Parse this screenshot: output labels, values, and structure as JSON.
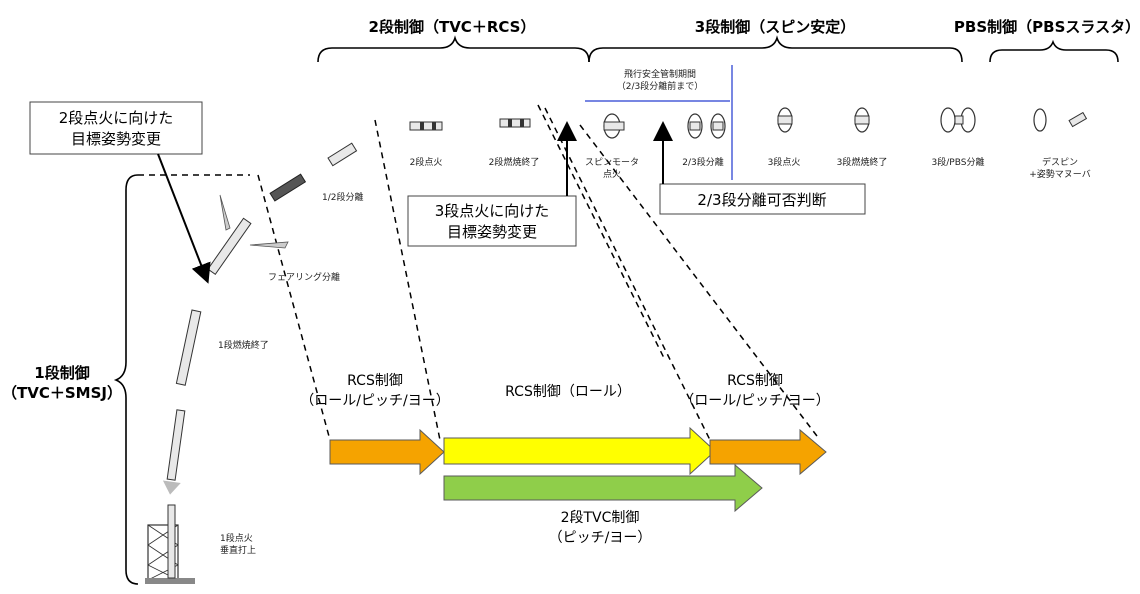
{
  "headers": {
    "stage2": "2段制御（TVC＋RCS）",
    "stage3": "3段制御（スピン安定）",
    "pbs": "PBS制御（PBSスラスタ）",
    "stage1_line1": "1段制御",
    "stage1_line2": "（TVC＋SMSJ）"
  },
  "events": {
    "stage1_ignition_line1": "1段点火",
    "stage1_ignition_line2": "垂直打上",
    "stage1_burnout": "1段燃焼終了",
    "fairing_sep": "フェアリング分離",
    "sep_1_2": "1/2段分離",
    "stage2_ignition": "2段点火",
    "stage2_burnout": "2段燃焼終了",
    "spin_motor_line1": "スピンモータ",
    "spin_motor_line2": "点火",
    "sep_2_3": "2/3段分離",
    "stage3_ignition": "3段点火",
    "stage3_burnout": "3段燃焼終了",
    "sep_3_pbs": "3段/PBS分離",
    "despin_line1": "デスピン",
    "despin_line2": "+姿勢マヌーバ"
  },
  "flight_safety": {
    "line1": "飛行安全管制期間",
    "line2": "（2/3段分離前まで）"
  },
  "callouts": {
    "stage2_attitude_line1": "2段点火に向けた",
    "stage2_attitude_line2": "目標姿勢変更",
    "stage3_attitude_line1": "3段点火に向けた",
    "stage3_attitude_line2": "目標姿勢変更",
    "sep_decision": "2/3段分離可否判断"
  },
  "control_phases": {
    "rcs1_line1": "RCS制御",
    "rcs1_line2": "（ロール/ピッチ/ヨー）",
    "rcs_roll": "RCS制御（ロール）",
    "rcs2_line1": "RCS制御",
    "rcs2_line2": "（ロール/ピッチ/ヨー）",
    "tvc_line1": "2段TVC制御",
    "tvc_line2": "（ピッチ/ヨー）"
  },
  "colors": {
    "rcs_full": "#f5a300",
    "rcs_roll": "#ffff00",
    "tvc": "#8fce4a",
    "arrow_border": "#5a5a5a",
    "safety_line": "#4a5fd8",
    "callout_border": "#444444"
  }
}
